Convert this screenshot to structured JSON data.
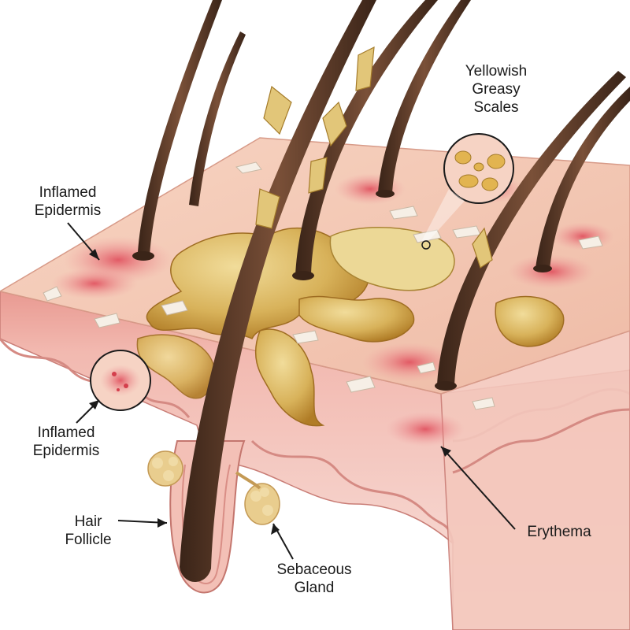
{
  "labels": {
    "inflamed_top": [
      "Inflamed",
      "Epidermis"
    ],
    "inflamed_bottom": [
      "Inflamed",
      "Epidermis"
    ],
    "scales": [
      "Yellowish",
      "Greasy",
      "Scales"
    ],
    "hair_follicle": [
      "Hair",
      "Follicle"
    ],
    "sebaceous": [
      "Sebaceous",
      "Gland"
    ],
    "erythema": [
      "Erythema"
    ]
  },
  "colors": {
    "skin_surface": "#f2c6b2",
    "epidermis": "#eeb0a6",
    "dermis": "#f6d8cf",
    "erythema": "#e86a72",
    "scale": "#d9b560",
    "scale_dark": "#b8862e",
    "hair": "#5b3a28",
    "hair_dark": "#3a2418",
    "gland": "#e8c98a"
  }
}
